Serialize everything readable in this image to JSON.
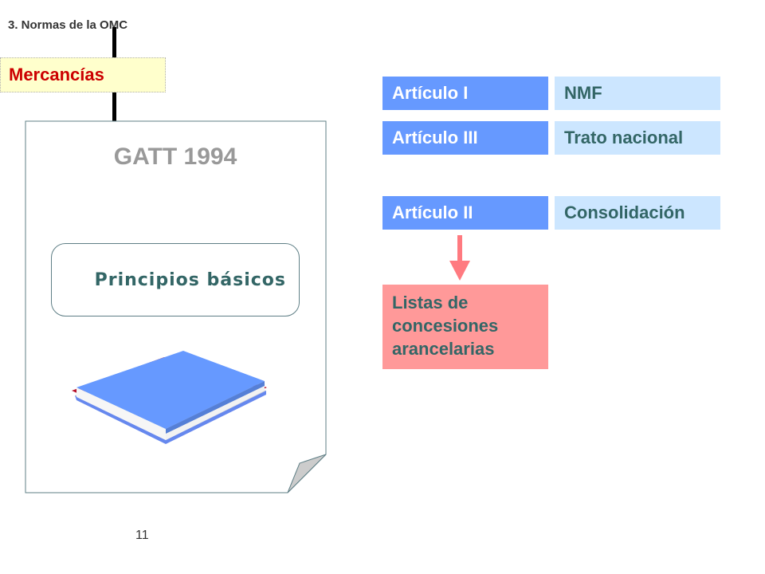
{
  "header": {
    "breadcrumb": "3. Normas de la OMC"
  },
  "sidebar": {
    "category_label": "Mercancías"
  },
  "document": {
    "title": "GATT 1994",
    "principles_label": "Principios básicos"
  },
  "articles": [
    {
      "article": "Artículo I",
      "principle": "NMF"
    },
    {
      "article": "Artículo III",
      "principle": "Trato nacional"
    },
    {
      "article": "Artículo II",
      "principle": "Consolidación"
    }
  ],
  "schedules_label": "Listas de\nconcesiones\narancelarias",
  "footer": {
    "page_number": "11"
  },
  "colors": {
    "accent_red": "#cc0000",
    "article_blue": "#6699ff",
    "value_light_blue": "#cce6ff",
    "text_teal": "#336666",
    "schedule_pink": "#ff9999",
    "arrow_pink": "#ff7a80",
    "category_yellow": "#ffffcc"
  },
  "icons": {
    "book": "book-icon",
    "arrow": "arrow-down-icon"
  }
}
